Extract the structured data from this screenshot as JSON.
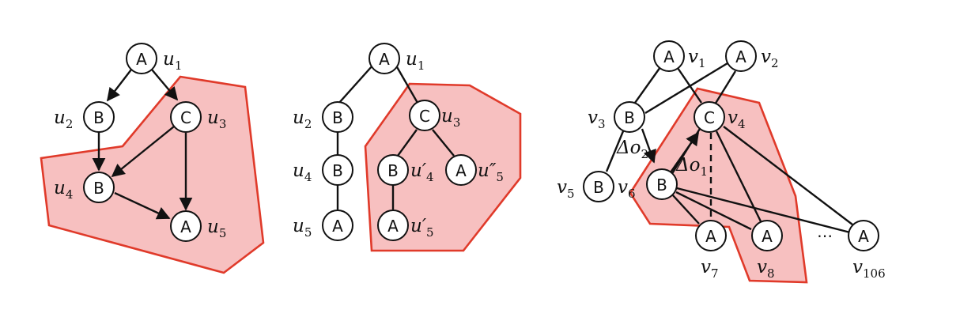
{
  "colors": {
    "region_fill": "#f4a8a8",
    "region_fill_opacity": 0.72,
    "region_stroke": "#e03a2a",
    "edge": "#111111"
  },
  "panel1": {
    "nodes": {
      "n1": {
        "letter": "A",
        "label": "u",
        "sub": "1"
      },
      "n2": {
        "letter": "B",
        "label": "u",
        "sub": "2"
      },
      "n3": {
        "letter": "C",
        "label": "u",
        "sub": "3"
      },
      "n4": {
        "letter": "B",
        "label": "u",
        "sub": "4"
      },
      "n5": {
        "letter": "A",
        "label": "u",
        "sub": "5"
      }
    }
  },
  "panel2": {
    "nodes": {
      "n1": {
        "letter": "A",
        "label": "u",
        "sub": "1"
      },
      "n2": {
        "letter": "B",
        "label": "u",
        "sub": "2"
      },
      "n3": {
        "letter": "C",
        "label": "u",
        "sub": "3"
      },
      "n4": {
        "letter": "B",
        "label": "u",
        "sub": "4"
      },
      "n5": {
        "letter": "A",
        "label": "u",
        "sub": "5"
      },
      "n6": {
        "letter": "B",
        "label": "u′",
        "sub": "4"
      },
      "n7": {
        "letter": "A",
        "label": "u″",
        "sub": "5"
      },
      "n8": {
        "letter": "A",
        "label": "u′",
        "sub": "5"
      }
    }
  },
  "panel3": {
    "nodes": {
      "v1": {
        "letter": "A",
        "label": "v",
        "sub": "1"
      },
      "v2": {
        "letter": "A",
        "label": "v",
        "sub": "2"
      },
      "v3": {
        "letter": "B",
        "label": "v",
        "sub": "3"
      },
      "v4": {
        "letter": "C",
        "label": "v",
        "sub": "4"
      },
      "v5": {
        "letter": "B",
        "label": "v",
        "sub": "5"
      },
      "v6": {
        "letter": "B",
        "label": "v",
        "sub": "6"
      },
      "v7": {
        "letter": "A",
        "label": "v",
        "sub": "7"
      },
      "v8": {
        "letter": "A",
        "label": "v",
        "sub": "8"
      },
      "v106": {
        "letter": "A",
        "label": "v",
        "sub": "106"
      }
    },
    "delta_o1": {
      "label": "Δo",
      "sub": "1"
    },
    "delta_o2": {
      "label": "Δo",
      "sub": "2"
    },
    "ellipsis": "⋯"
  }
}
